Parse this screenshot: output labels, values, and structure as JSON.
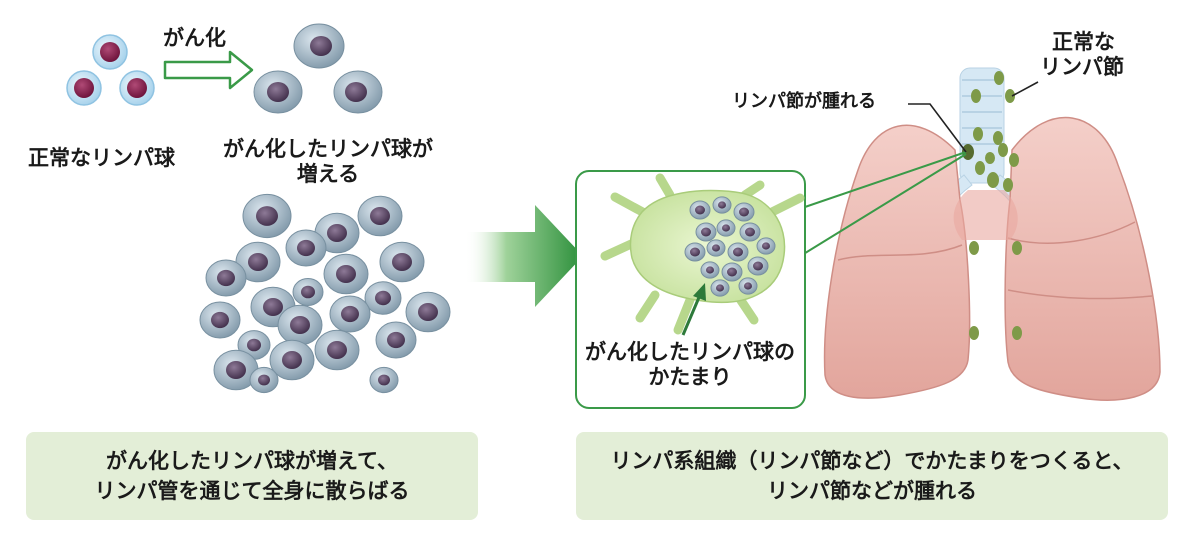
{
  "labels": {
    "transform_arrow": "がん化",
    "normal_cells": "正常なリンパ球",
    "cancer_cells_line1": "がん化したリンパ球が",
    "cancer_cells_line2": "増える",
    "cluster_line1": "がん化したリンパ球の",
    "cluster_line2": "かたまり",
    "swollen_node": "リンパ節が腫れる",
    "normal_node_line1": "正常な",
    "normal_node_line2": "リンパ節"
  },
  "captions": {
    "left_line1": "がん化したリンパ球が増えて、",
    "left_line2": "リンパ管を通じて全身に散らばる",
    "right_line1": "リンパ系組織（リンパ節など）でかたまりをつくると、",
    "right_line2": "リンパ節などが腫れる"
  },
  "colors": {
    "normal_cell_fill": "#cfe8f6",
    "normal_cell_nucleus": "#8a1c4c",
    "cancer_cell_fill": "#a9bfcd",
    "cancer_cell_nucleus": "#5a4563",
    "transform_arrow_stroke": "#3a9a48",
    "big_arrow": "#2f9a3e",
    "cluster_fill": "#cfe6a8",
    "lung_fill": "#ecb3aa",
    "trachea_fill": "#d6e8f4",
    "lymph_node": "#6e8a3c",
    "caption_bg": "#e3eed7"
  }
}
